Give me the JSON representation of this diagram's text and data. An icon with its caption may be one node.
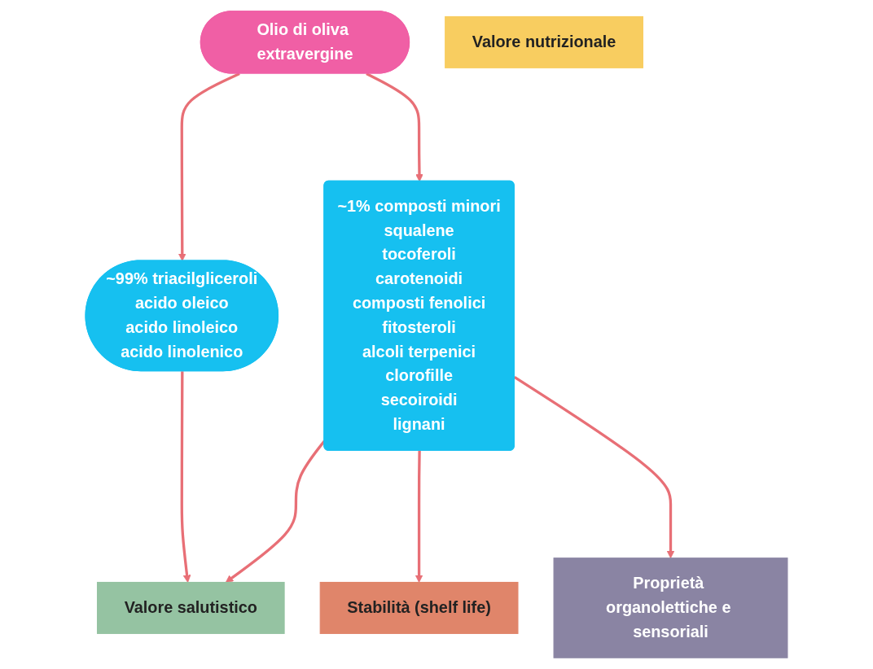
{
  "diagram": {
    "nodes": [
      {
        "text": [
          "Olio di oliva extravergine"
        ]
      },
      {
        "text": [
          "~99% triacilgliceroli",
          "acido oleico",
          "acido linoleico",
          "acido linolenico"
        ]
      },
      {
        "text": [
          "~1% composti minori",
          "squalene",
          "tocoferoli",
          "carotenoidi",
          "composti fenolici",
          "fitosteroli",
          "alcoli terpenici",
          "clorofille",
          "secoiroidi",
          "lignani"
        ]
      },
      {
        "text": [
          "Valore nutrizionale"
        ]
      },
      {
        "text": [
          "Valore salutistico"
        ]
      },
      {
        "text": [
          "Stabilità (shelf life)"
        ]
      },
      {
        "text": [
          "Proprietà organolettiche e sensoriali"
        ]
      }
    ],
    "edges": [
      {
        "from": 0,
        "to": 1,
        "arrow": "to"
      },
      {
        "from": 0,
        "to": 2,
        "arrow": "to"
      },
      {
        "from": 1,
        "to": 4,
        "arrow": "to"
      },
      {
        "from": 2,
        "to": 4,
        "arrow": "to"
      },
      {
        "from": 2,
        "to": 5,
        "arrow": "to"
      },
      {
        "from": 2,
        "to": 6,
        "arrow": "to"
      }
    ]
  }
}
